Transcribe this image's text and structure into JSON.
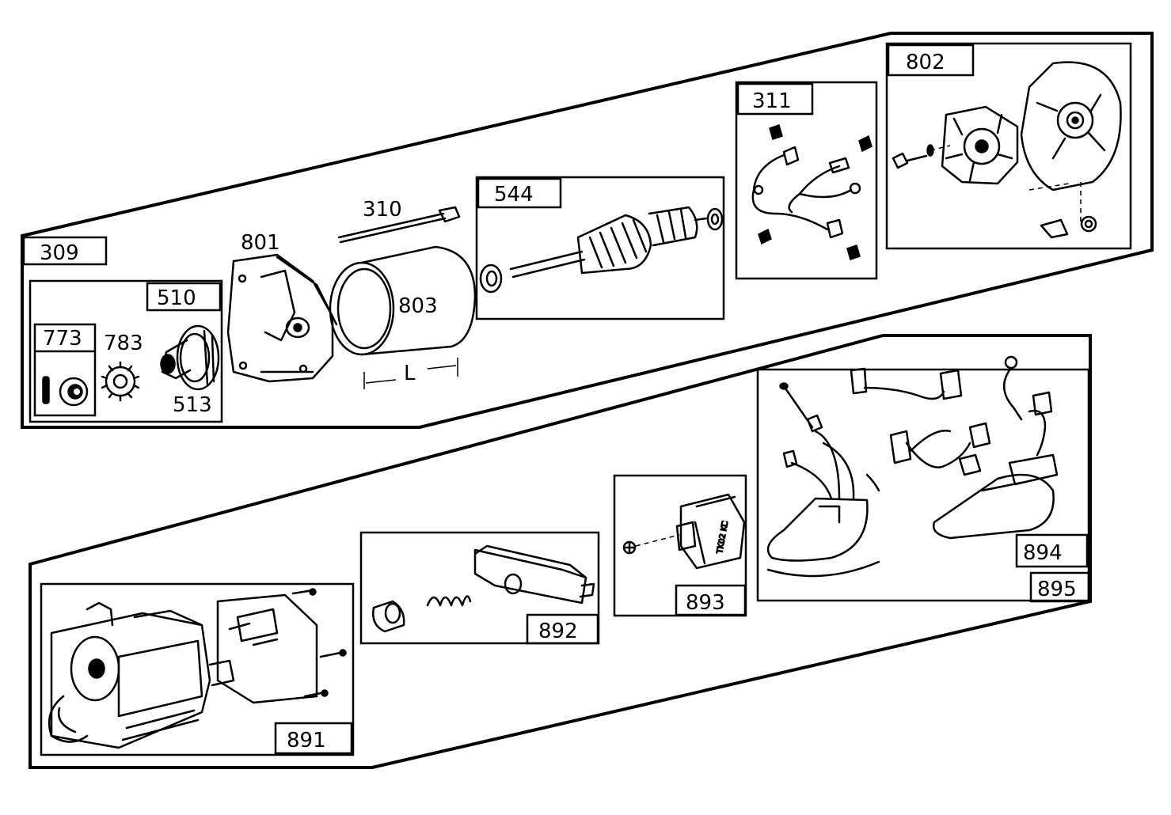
{
  "diagram": {
    "upper_group": {
      "309": "309",
      "510": "510",
      "773": "773",
      "783": "783",
      "513": "513",
      "801": "801",
      "310": "310",
      "803": "803",
      "dimension": "L",
      "544": "544",
      "311": "311",
      "802": "802"
    },
    "lower_group": {
      "891": "891",
      "892": "892",
      "893": "893",
      "894": "894",
      "895": "895"
    }
  }
}
